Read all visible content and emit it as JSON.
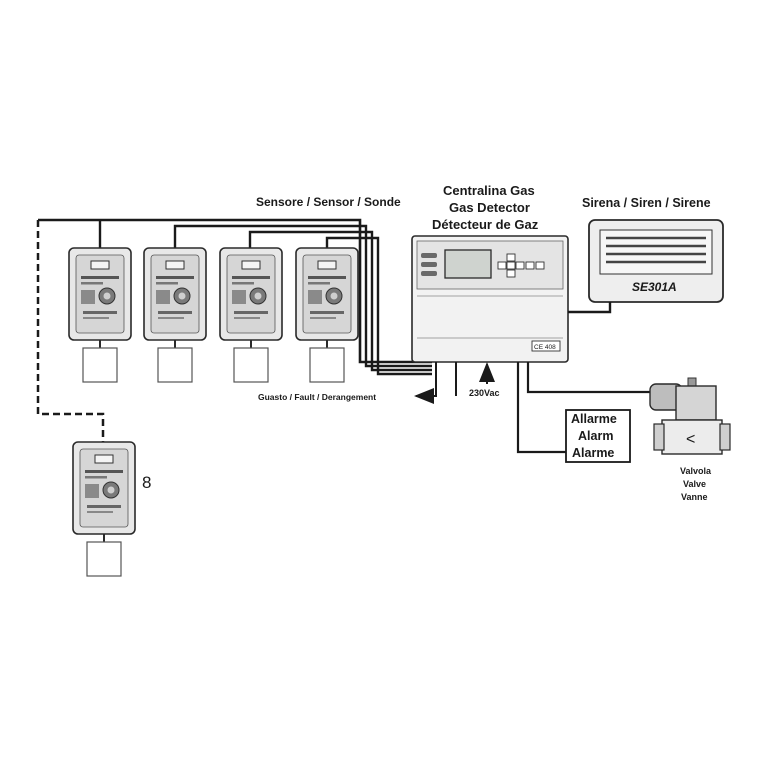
{
  "labels": {
    "sensor_bus": "Sensore / Sensor / Sonde",
    "controller_line1": "Centralina Gas",
    "controller_line2": "Gas Detector",
    "controller_line3": "Détecteur de Gaz",
    "siren_title": "Sirena / Siren / Sirene",
    "siren_model": "SE301A",
    "controller_model": "CE 408",
    "fault_output": "Guasto / Fault / Derangement",
    "power": "230Vac",
    "alarm_line1": "Allarme",
    "alarm_line2": "Alarm",
    "alarm_line3": "Alarme",
    "valve_line1": "Valvola",
    "valve_line2": "Valve",
    "valve_line3": "Vanne",
    "sensor_count": "8",
    "valve_symbol": "<"
  }
}
